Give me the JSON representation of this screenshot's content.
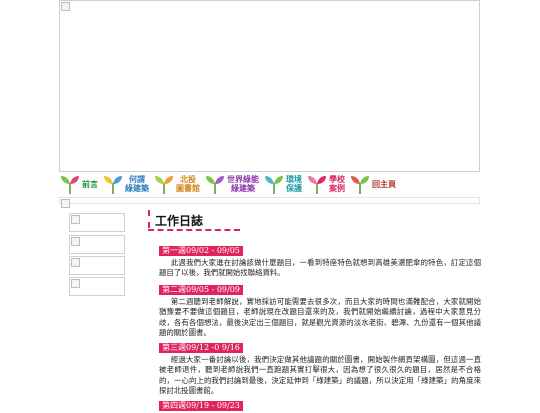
{
  "nav": {
    "items": [
      {
        "label": "前言",
        "color": "#1f8f3a"
      },
      {
        "label": "何謂\n綠建築",
        "color": "#2a7fb8"
      },
      {
        "label": "北投\n圖書館",
        "color": "#d2861a"
      },
      {
        "label": "世界綠能\n綠建築",
        "color": "#8b3aa8"
      },
      {
        "label": "環境\n保護",
        "color": "#1a9aa8"
      },
      {
        "label": "學校\n案例",
        "color": "#d6295e"
      },
      {
        "label": "回主頁",
        "color": "#b5322a"
      }
    ]
  },
  "page": {
    "title": "工作日誌"
  },
  "entries": [
    {
      "week": "第一週09/02 - 09/05",
      "text": "此週我們大家進在討論該做什麼題目，一看到特座特色就想到高雄美濃肥傘的特色，訂定這個題目了以後，我們就開始找聯絡資料。"
    },
    {
      "week": "第二週09/05 - 09/09",
      "text": "第二週聽到老師解說，實地採訪可能需要去很多次，而且大家的時間也滿難配合，大家就開始猶豫要不要做這個題目，老師說現在改題目還來的及，我們就開始繼續討論，過程中大家意見分歧，各有各個想法，最後決定出三個題目，就是觀光資源的淡水老街、碧潭、九份還有一個其他議題的關於圖書。"
    },
    {
      "week": "第三週09/12 -0 9/16",
      "text": "經過大家一番討論以後，我們決定做其他議題的關於圖書，開始製作網頁架構圖，但這週一直被老師退件，聽到老師說我們一直跑題其實打擊很大，因為想了很久很久的題目，居然是不合格的，一心向上的我們討論到最後，決定延伸到「綠建築」的議題，所以決定用「綠建築」的角度來探討北投圖書館。"
    },
    {
      "week": "第四週09/19 - 09/23",
      "text": ""
    }
  ]
}
